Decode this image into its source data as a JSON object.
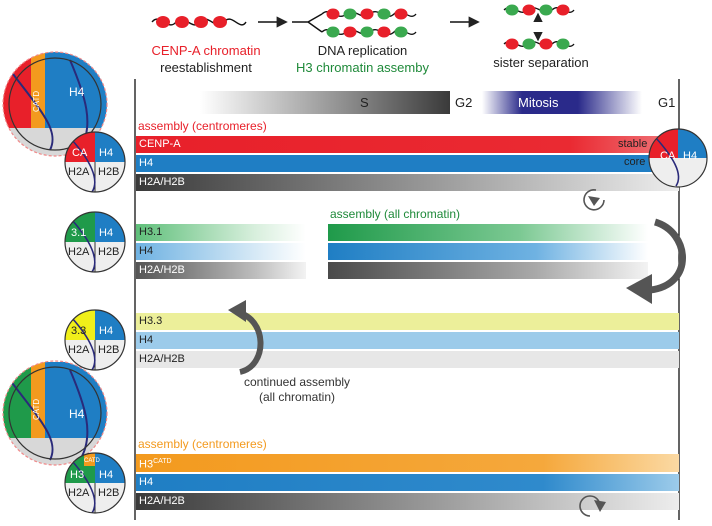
{
  "top": {
    "step1_line1": "CENP-A chromatin",
    "step1_line2": "reestablishment",
    "step2_line1": "DNA replication",
    "step2_line2": "H3 chromatin assemby",
    "step3": "sister separation"
  },
  "phases": {
    "s": "S",
    "g2": "G2",
    "mitosis": "Mitosis",
    "g1": "G1"
  },
  "panel1": {
    "assembly": "assembly (centromeres)",
    "bar1": "CENP-A",
    "bar2": "H4",
    "bar3": "H2A/H2B",
    "stable": "stable",
    "core": "core",
    "nuc_ca": "CA",
    "nuc_h4": "H4",
    "nuc_h2a": "H2A",
    "nuc_h2b": "H2B"
  },
  "panel2": {
    "assembly": "assembly (all chromatin)",
    "bar1": "H3.1",
    "bar2": "H4",
    "bar3": "H2A/H2B",
    "nuc_31": "3.1",
    "nuc_h4": "H4",
    "nuc_h2a": "H2A",
    "nuc_h2b": "H2B"
  },
  "panel3": {
    "bar1": "H3.3",
    "bar2": "H4",
    "bar3": "H2A/H2B",
    "continued_1": "continued assembly",
    "continued_2": "(all chromatin)",
    "nuc_33": "3.3",
    "nuc_h4": "H4",
    "nuc_h2a": "H2A",
    "nuc_h2b": "H2B"
  },
  "panel4": {
    "assembly": "assembly (centromeres)",
    "bar1_base": "H3",
    "bar1_sup": "CATD",
    "bar2": "H4",
    "bar3": "H2A/H2B",
    "nuc_h3": "H3",
    "nuc_catd": "CATD",
    "nuc_h4": "H4",
    "nuc_h2a": "H2A",
    "nuc_h2b": "H2B"
  },
  "zoom": {
    "catd": "CATD",
    "h4": "H4"
  },
  "colors": {
    "cenpa_red": "#e8202a",
    "h4_blue": "#1f7ec4",
    "h31_green": "#1f9a4a",
    "h33_yellow": "#f0ef1a",
    "catd_orange": "#f39a1e",
    "mitosis_navy": "#2a2a8a",
    "arrow_gray": "#555555"
  }
}
